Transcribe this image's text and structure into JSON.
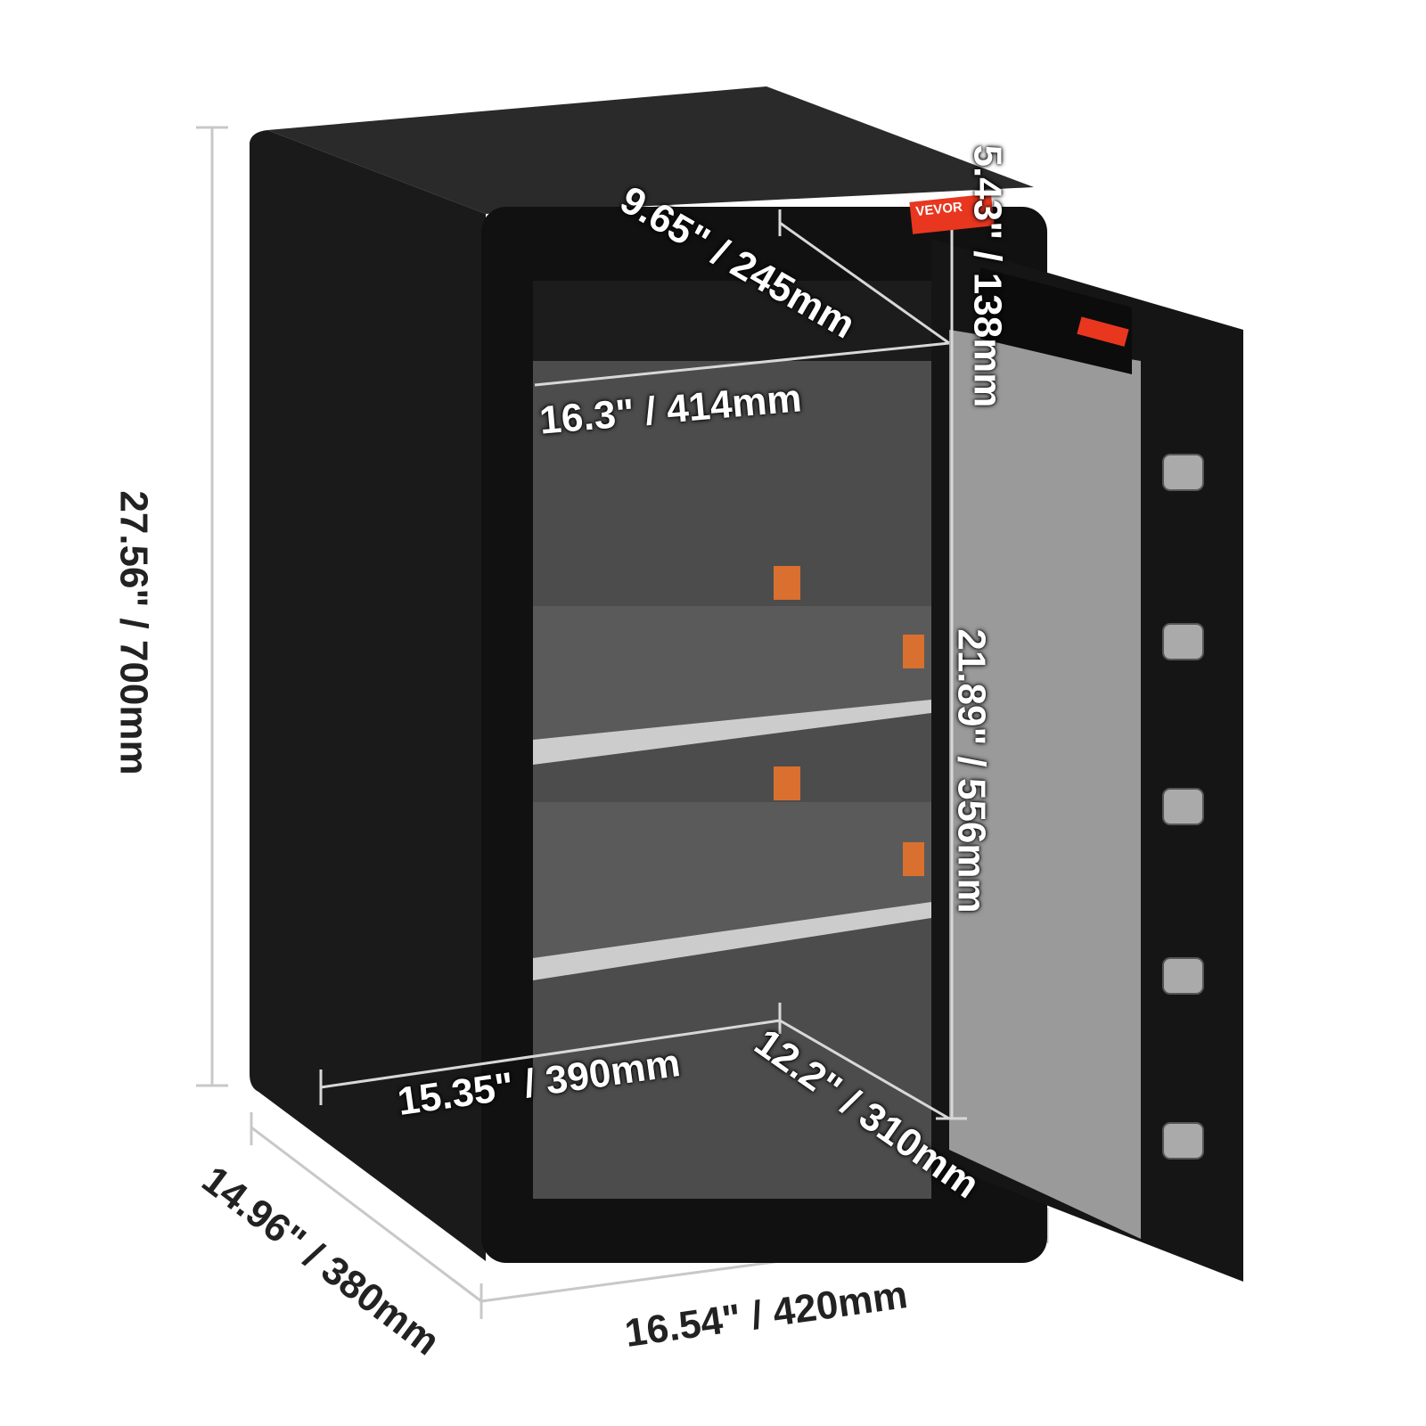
{
  "brand": "VEVOR",
  "colors": {
    "body": "#141414",
    "felt": "#5a5a5a",
    "door_felt": "#9a9a9a",
    "accent": "#e8361f",
    "dim_line": "#c8c8c8"
  },
  "dimensions": {
    "height": "27.56\" / 700mm",
    "depth": "14.96\" / 380mm",
    "width": "16.54\" / 420mm",
    "inner_depth_bottom": "15.35\" / 390mm",
    "inner_diag": "12.2\" / 310mm",
    "inner_height": "21.89\" / 556mm",
    "inner_width": "16.3\" / 414mm",
    "top_compartment_depth": "9.65\" / 245mm",
    "top_compartment_height": "5.43\" / 138mm"
  }
}
